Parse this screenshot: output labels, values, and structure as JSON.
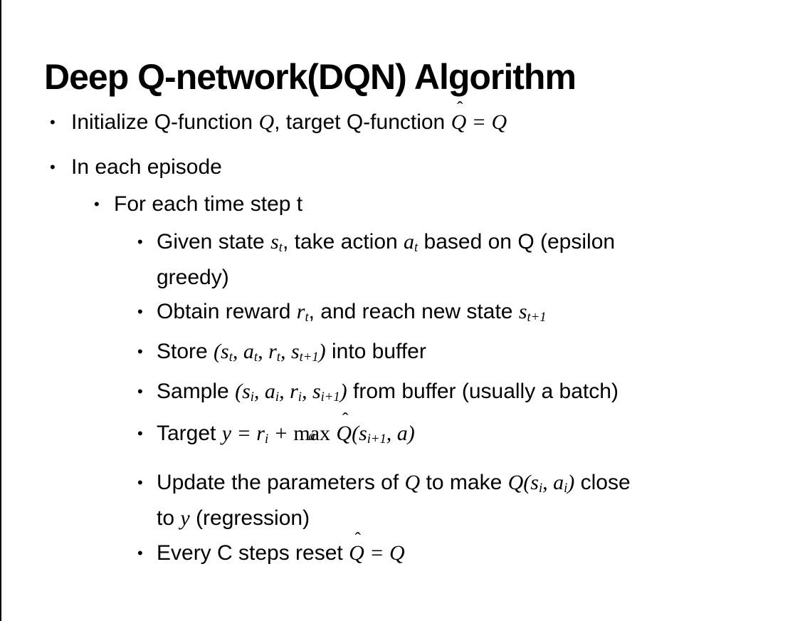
{
  "slide": {
    "title": "Deep Q-network(DQN) Algorithm",
    "bullet_glyph": "•",
    "colors": {
      "text": "#000000",
      "background": "#ffffff",
      "border_line": "#000000"
    },
    "bullets": [
      {
        "level": 1,
        "segments": [
          {
            "type": "t",
            "v": "Initialize Q-function "
          },
          {
            "type": "m",
            "v": "Q"
          },
          {
            "type": "t",
            "v": ", target Q-function "
          },
          {
            "type": "mh",
            "base": "Q",
            "accent": "ˆ"
          },
          {
            "type": "m",
            "v": " = Q"
          }
        ]
      },
      {
        "level": 1,
        "segments": [
          {
            "type": "t",
            "v": "In each episode"
          }
        ]
      },
      {
        "level": 2,
        "segments": [
          {
            "type": "t",
            "v": "For each time step t"
          }
        ]
      },
      {
        "level": 3,
        "segments": [
          {
            "type": "t",
            "v": "Given state "
          },
          {
            "type": "ms",
            "base": "s",
            "sub": "t"
          },
          {
            "type": "t",
            "v": ", take action "
          },
          {
            "type": "ms",
            "base": "a",
            "sub": "t"
          },
          {
            "type": "t",
            "v": " based on Q (epsilon"
          },
          {
            "type": "br"
          },
          {
            "type": "t",
            "v": "greedy)"
          }
        ]
      },
      {
        "level": 3,
        "segments": [
          {
            "type": "t",
            "v": "Obtain reward "
          },
          {
            "type": "ms",
            "base": "r",
            "sub": "t"
          },
          {
            "type": "t",
            "v": ", and reach new state "
          },
          {
            "type": "ms",
            "base": "s",
            "sub": "t+1"
          }
        ]
      },
      {
        "level": 3,
        "segments": [
          {
            "type": "t",
            "v": "Store "
          },
          {
            "type": "m",
            "v": "("
          },
          {
            "type": "ms",
            "base": "s",
            "sub": "t"
          },
          {
            "type": "m",
            "v": ", "
          },
          {
            "type": "ms",
            "base": "a",
            "sub": "t"
          },
          {
            "type": "m",
            "v": ", "
          },
          {
            "type": "ms",
            "base": "r",
            "sub": "t"
          },
          {
            "type": "m",
            "v": ", "
          },
          {
            "type": "ms",
            "base": "s",
            "sub": "t+1"
          },
          {
            "type": "m",
            "v": ")"
          },
          {
            "type": "t",
            "v": " into buffer"
          }
        ]
      },
      {
        "level": 3,
        "segments": [
          {
            "type": "t",
            "v": "Sample "
          },
          {
            "type": "m",
            "v": "("
          },
          {
            "type": "ms",
            "base": "s",
            "sub": "i"
          },
          {
            "type": "m",
            "v": ", "
          },
          {
            "type": "ms",
            "base": "a",
            "sub": "i"
          },
          {
            "type": "m",
            "v": ", "
          },
          {
            "type": "ms",
            "base": "r",
            "sub": "i"
          },
          {
            "type": "m",
            "v": ", "
          },
          {
            "type": "ms",
            "base": "s",
            "sub": "i+1"
          },
          {
            "type": "m",
            "v": ")"
          },
          {
            "type": "t",
            "v": " from buffer (usually a batch)"
          }
        ]
      },
      {
        "level": 3,
        "segments": [
          {
            "type": "t",
            "v": "Target "
          },
          {
            "type": "m",
            "v": "y = "
          },
          {
            "type": "ms",
            "base": "r",
            "sub": "i"
          },
          {
            "type": "m",
            "v": " + "
          },
          {
            "type": "mx",
            "base": "max",
            "under": "a"
          },
          {
            "type": "t",
            "v": " "
          },
          {
            "type": "mh",
            "base": "Q",
            "accent": "ˆ"
          },
          {
            "type": "m",
            "v": "("
          },
          {
            "type": "ms",
            "base": "s",
            "sub": "i+1"
          },
          {
            "type": "m",
            "v": ", a)"
          }
        ]
      },
      {
        "level": 3,
        "segments": [
          {
            "type": "t",
            "v": "Update the parameters of "
          },
          {
            "type": "m",
            "v": "Q"
          },
          {
            "type": "t",
            "v": " to make "
          },
          {
            "type": "m",
            "v": "Q("
          },
          {
            "type": "ms",
            "base": "s",
            "sub": "i"
          },
          {
            "type": "m",
            "v": ", "
          },
          {
            "type": "ms",
            "base": "a",
            "sub": "i"
          },
          {
            "type": "m",
            "v": ")"
          },
          {
            "type": "t",
            "v": " close"
          },
          {
            "type": "br"
          },
          {
            "type": "t",
            "v": "to "
          },
          {
            "type": "m",
            "v": "y"
          },
          {
            "type": "t",
            "v": " (regression)"
          }
        ]
      },
      {
        "level": 3,
        "segments": [
          {
            "type": "t",
            "v": "Every C steps reset "
          },
          {
            "type": "mh",
            "base": "Q",
            "accent": "ˆ"
          },
          {
            "type": "m",
            "v": " = Q"
          }
        ]
      }
    ]
  }
}
